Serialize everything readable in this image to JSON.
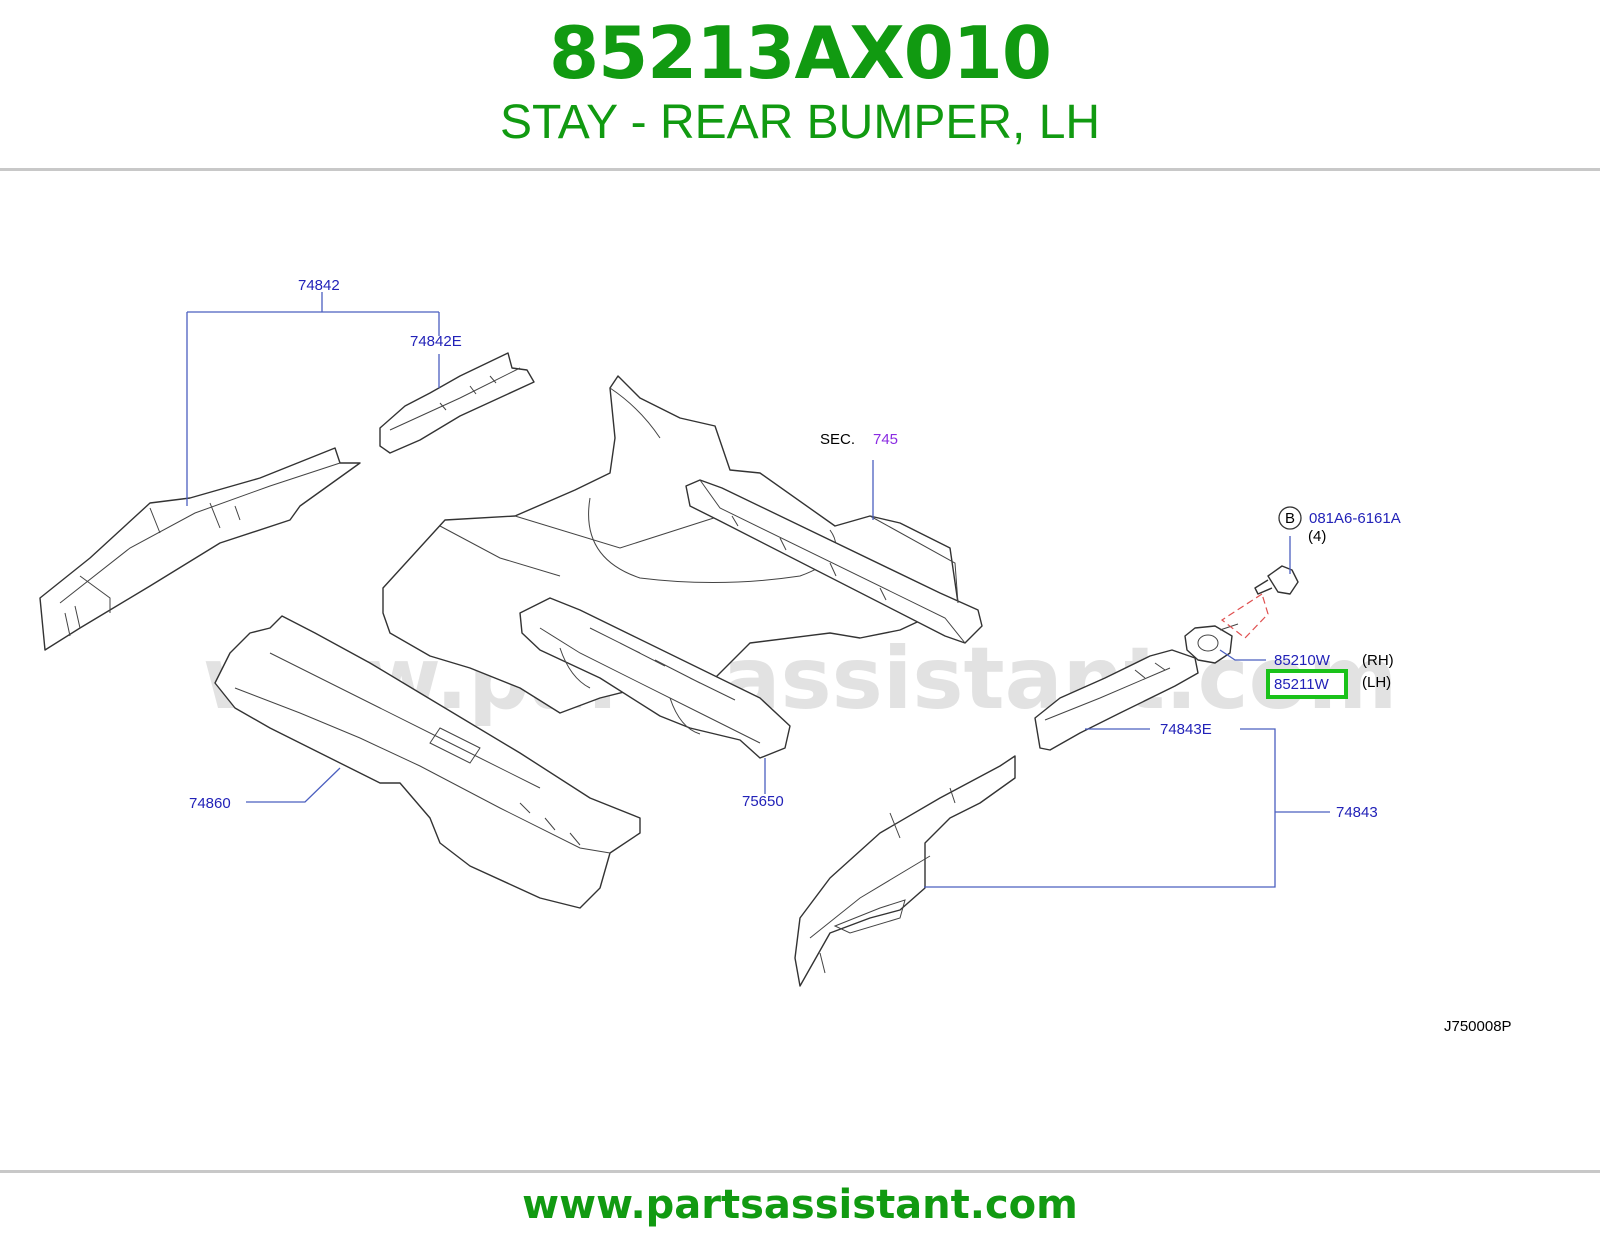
{
  "header": {
    "part_number": "85213AX010",
    "part_name": "STAY - REAR BUMPER, LH"
  },
  "diagram": {
    "watermark": "www.partsassistant.com",
    "labels": {
      "l74842": "74842",
      "l74842e": "74842E",
      "sec": "SEC.",
      "sec_ref": "745",
      "circle_b": "B",
      "bolt_pn": "081A6-6161A",
      "bolt_qty": "(4)",
      "l85210w": "85210W",
      "rh": "(RH)",
      "l85211w": "85211W",
      "lh": "(LH)",
      "l74843e": "74843E",
      "l74843": "74843",
      "l74860": "74860",
      "l75650": "75650",
      "diagram_id": "J750008P"
    },
    "highlighted_part": "85211W"
  },
  "footer": {
    "url": "www.partsassistant.com"
  },
  "colors": {
    "brand_green": "#119a11",
    "highlight_green": "#1ac21a",
    "label_blue": "#2222b8",
    "label_purple": "#8a2be2",
    "leader_blue": "#4b5fbf",
    "rule_gray": "#c8c8c8",
    "watermark_gray": "#d6d6d6"
  }
}
